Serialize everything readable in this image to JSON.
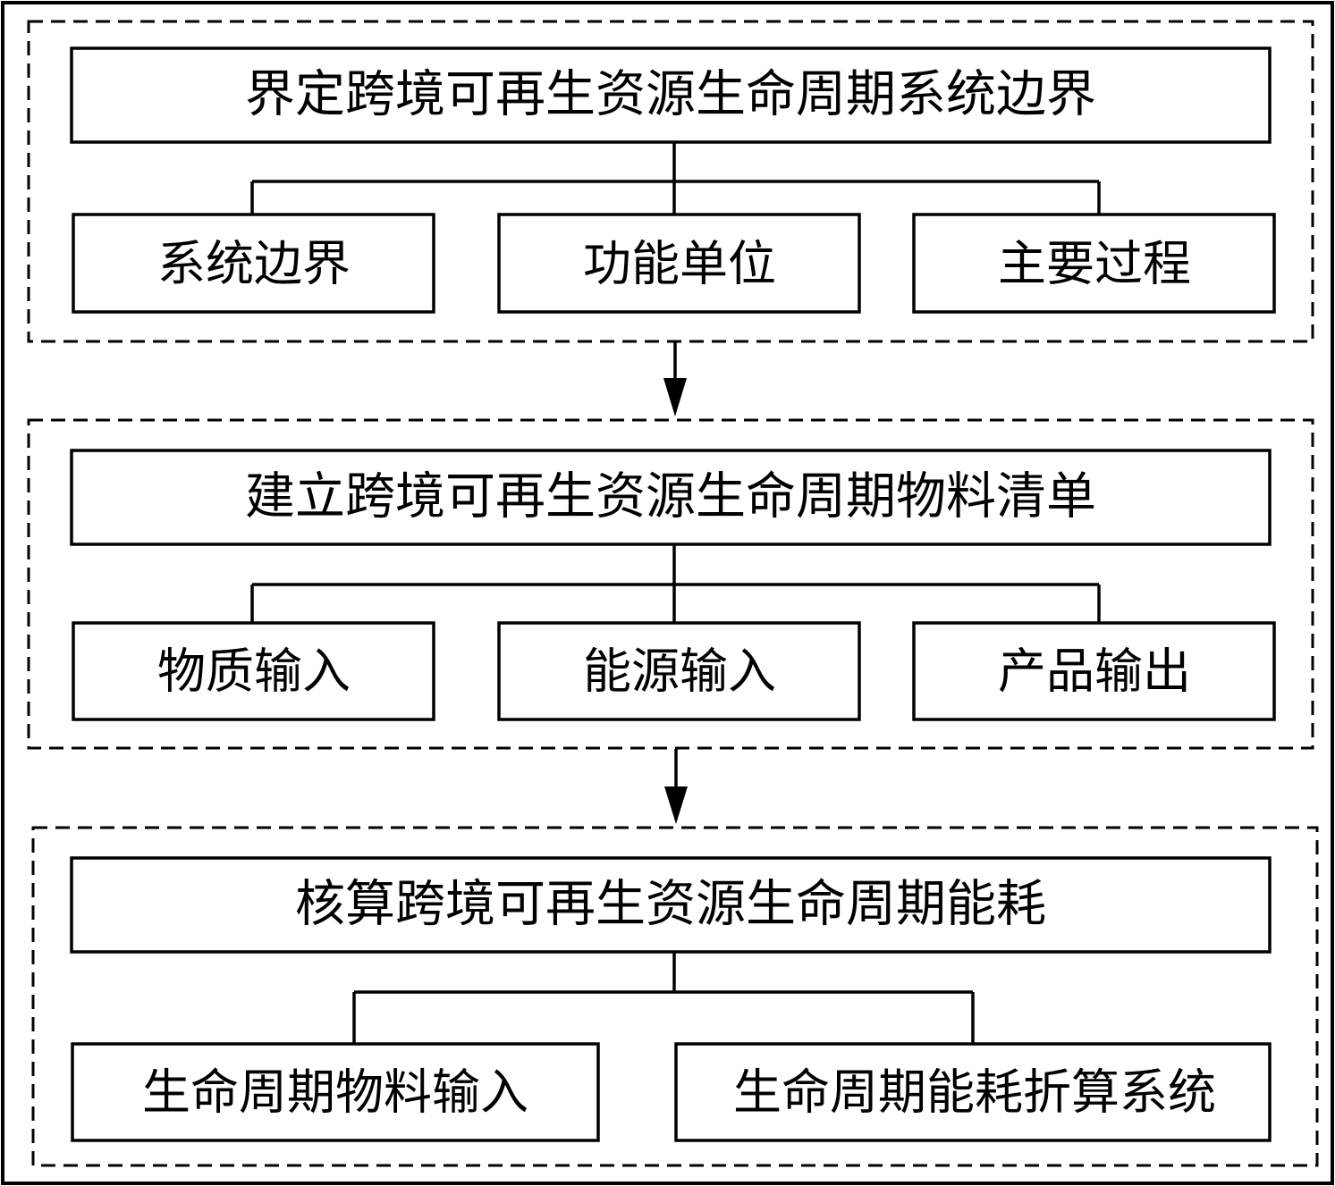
{
  "stage1": {
    "title": "界定跨境可再生资源生命周期系统边界",
    "items": [
      "系统边界",
      "功能单位",
      "主要过程"
    ]
  },
  "stage2": {
    "title": "建立跨境可再生资源生命周期物料清单",
    "items": [
      "物质输入",
      "能源输入",
      "产品输出"
    ]
  },
  "stage3": {
    "title": "核算跨境可再生资源生命周期能耗",
    "items": [
      "生命周期物料输入",
      "生命周期能耗折算系统"
    ]
  }
}
